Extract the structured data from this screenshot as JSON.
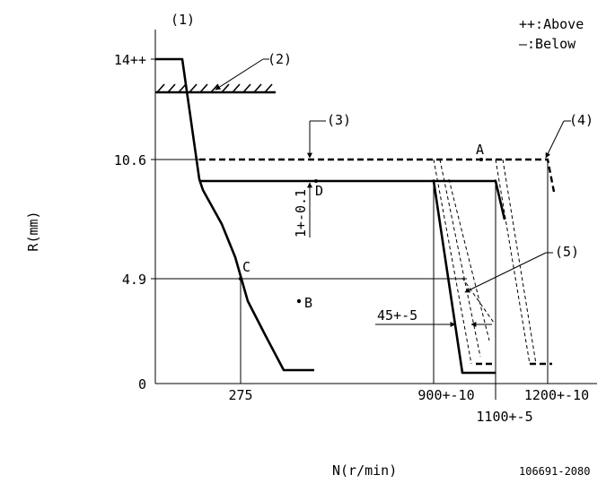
{
  "legend": {
    "above": "++:Above",
    "below": "—:Below"
  },
  "axis": {
    "y_label": "R(mm)",
    "x_label": "N(r/min)",
    "y_ticks": [
      "14++",
      "10.6",
      "4.9",
      "0"
    ],
    "x_ticks": [
      "275",
      "900+-10",
      "1100+-5",
      "1200+-10"
    ]
  },
  "callouts": [
    "(1)",
    "(2)",
    "(3)",
    "(4)",
    "(5)"
  ],
  "points": [
    "A",
    "B",
    "C",
    "D"
  ],
  "dimensions": {
    "vertical": "1+-0.1",
    "horizontal": "45+-5"
  },
  "drawing_number": "106691-2080"
}
